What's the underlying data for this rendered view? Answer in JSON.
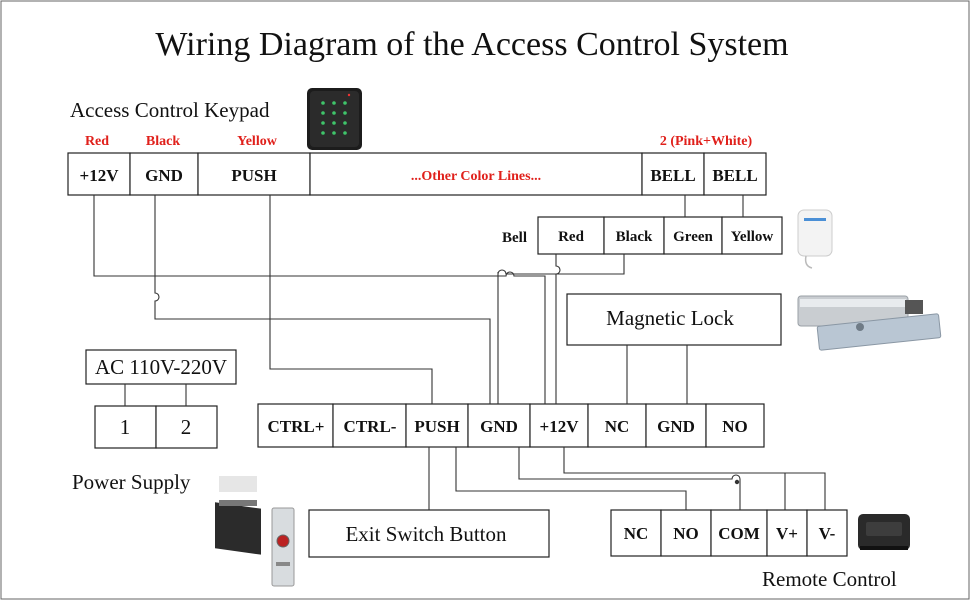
{
  "title": "Wiring Diagram of the Access Control System",
  "keypad": {
    "label": "Access Control Keypad",
    "wire_colors": {
      "red": "Red",
      "black": "Black",
      "yellow": "Yellow",
      "bell": "2 (Pink+White)"
    },
    "terminals": {
      "v12": "+12V",
      "gnd": "GND",
      "push": "PUSH",
      "other": "...Other Color Lines...",
      "bell1": "BELL",
      "bell2": "BELL"
    }
  },
  "doorbell": {
    "label": "Bell",
    "terminals": {
      "red": "Red",
      "black": "Black",
      "green": "Green",
      "yellow": "Yellow"
    }
  },
  "magnetic_lock": {
    "label": "Magnetic Lock"
  },
  "ac_input": {
    "label": "AC 110V-220V",
    "terminals": {
      "t1": "1",
      "t2": "2"
    }
  },
  "power_supply": {
    "label": "Power Supply",
    "terminals": {
      "ctrl_plus": "CTRL+",
      "ctrl_minus": "CTRL-",
      "push": "PUSH",
      "gnd": "GND",
      "v12": "+12V",
      "nc": "NC",
      "gnd2": "GND",
      "no": "NO"
    }
  },
  "exit_switch": {
    "label": "Exit Switch Button"
  },
  "remote_control": {
    "label": "Remote Control",
    "terminals": {
      "nc": "NC",
      "no": "NO",
      "com": "COM",
      "vplus": "V+",
      "vminus": "V-"
    }
  },
  "colors": {
    "accent_red": "#e0201b",
    "line": "#222222"
  }
}
